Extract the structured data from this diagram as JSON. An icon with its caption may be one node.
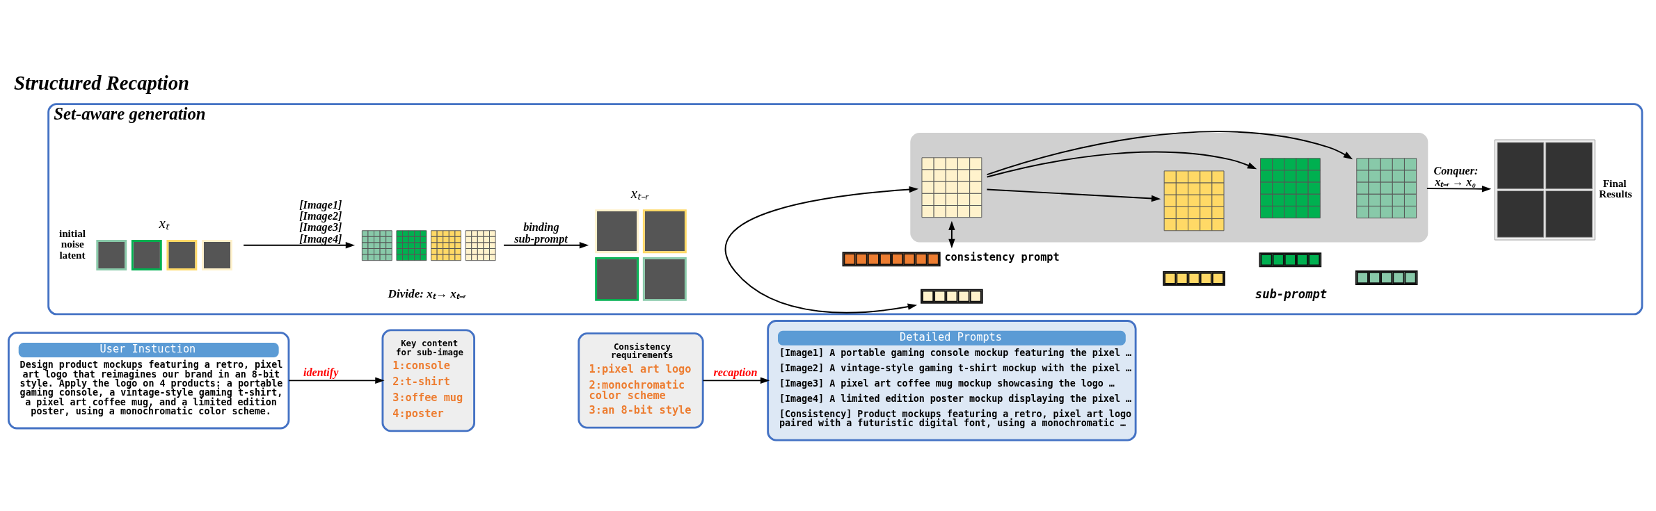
{
  "diagram": {
    "title": "Structured Recaption",
    "nodes": [
      {
        "text": [
          "User Instuction",
          "Design product mockups featuring a retro, pixel art logo that reimagines our brand in an 8-bit style. Apply the logo on 4 products: a portable gaming console, a vintage-style gaming t-shirt, a pixel art coffee mug, and a limited edition poster, using a monochromatic color scheme."
        ]
      },
      {
        "text": [
          "Key content for sub-image",
          "1:console",
          "2:t-shirt",
          "3:offee mug",
          "4:poster"
        ]
      },
      {
        "text": [
          "Consistency requirements",
          "1:pixel art logo",
          "2:monochromatic color scheme",
          "3:an 8-bit style"
        ]
      },
      {
        "text": [
          "Detailed Prompts",
          "[Image1] A portable gaming console mockup featuring the pixel …",
          "[Image2] A vintage-style gaming t-shirt mockup with the pixel …",
          "[Image3] A pixel art coffee mug mockup showcasing the logo …",
          "[Image4] A limited edition poster mockup displaying the pixel …",
          "[Consistency] Product mockups featuring a retro, pixel art logo paired with a futuristic digital font, using a monochromatic …"
        ]
      },
      {
        "text": [
          "Set-aware generation"
        ]
      },
      {
        "text": [
          "xₜ"
        ],
        "beside": [
          "initial noise latent"
        ],
        "in": 4
      },
      {
        "text": [],
        "shape": "picture",
        "in": 4
      },
      {
        "text": [
          "xₜ₋ᵣ"
        ],
        "in": 4
      },
      {
        "text": [],
        "shape": "bar",
        "beside": [
          "consistency prompt"
        ],
        "in": 4
      },
      {
        "text": [],
        "shape": "box",
        "in": 4
      },
      {
        "text": [],
        "shape": "picture",
        "in": 9
      },
      {
        "text": [],
        "shape": "picture",
        "in": 9
      },
      {
        "text": [],
        "shape": "picture",
        "in": 9
      },
      {
        "text": [],
        "shape": "picture",
        "in": 9
      },
      {
        "text": [],
        "shape": "bar",
        "in": 4
      },
      {
        "text": [],
        "shape": "bar",
        "in": 4
      },
      {
        "text": [],
        "shape": "bar",
        "in": 4
      },
      {
        "text": [],
        "shape": "bar",
        "in": 4
      },
      {
        "text": [],
        "shape": "picture",
        "beside": [
          "Final Results"
        ],
        "in": 4
      }
    ],
    "edges": [
      {
        "from": 0,
        "to": 1,
        "arrow": "to",
        "label": "identify"
      },
      {
        "from": 2,
        "to": 3,
        "arrow": "to",
        "label": "recaption"
      },
      {
        "from": 5,
        "to": 6,
        "arrow": "to",
        "label": "[Image1] [Image2] [Image3] [Image4]"
      },
      {
        "from": 6,
        "to": 7,
        "arrow": "to",
        "label": "binding sub-prompt"
      },
      {
        "from": 8,
        "to": 10,
        "arrow": "both"
      },
      {
        "from": 10,
        "to": 11,
        "arrow": "to"
      },
      {
        "from": 10,
        "to": 12,
        "arrow": "to"
      },
      {
        "from": 10,
        "to": 13,
        "arrow": "to"
      },
      {
        "from": 14,
        "to": 10,
        "arrow": "both"
      },
      {
        "from": 9,
        "to": 18,
        "arrow": "to",
        "label": "Conquer: xₜ₋ᵣ → x₀"
      }
    ],
    "labels": [
      "Divide: xₜ→ xₜ₋ᵣ",
      "sub-prompt"
    ]
  }
}
